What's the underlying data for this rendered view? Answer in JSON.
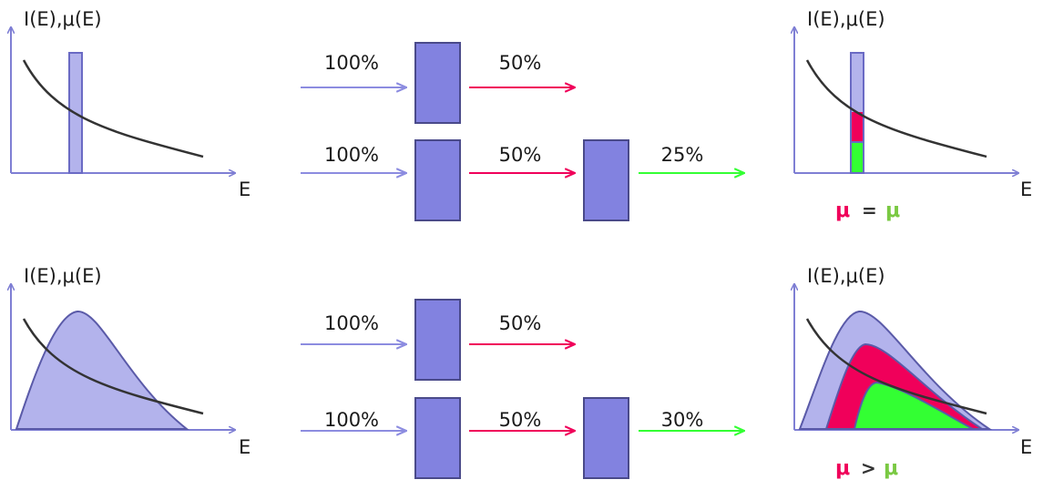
{
  "colors": {
    "axis": "#7f7fd4",
    "box": "#8282e0",
    "box_stroke": "#4a4a8a",
    "bar_fill": "#b3b3ec",
    "curve": "#333333",
    "red": "#f0005a",
    "green": "#33ff33",
    "mu_green": "#7ac943",
    "arrow_in": "#8c8ce0"
  },
  "plots": {
    "y_label": "I(E),μ(E)",
    "x_label": "E"
  },
  "flows": {
    "top": {
      "row1": {
        "in_pct": "100%",
        "out1_pct": "50%"
      },
      "row2": {
        "in_pct": "100%",
        "out1_pct": "50%",
        "out2_pct": "25%"
      }
    },
    "bottom": {
      "row1": {
        "in_pct": "100%",
        "out1_pct": "50%"
      },
      "row2": {
        "in_pct": "100%",
        "out1_pct": "50%",
        "out2_pct": "30%"
      }
    }
  },
  "relations": {
    "top": {
      "left": "μ",
      "op": "=",
      "right": "μ"
    },
    "bottom": {
      "left": "μ",
      "op": ">",
      "right": "μ"
    }
  }
}
